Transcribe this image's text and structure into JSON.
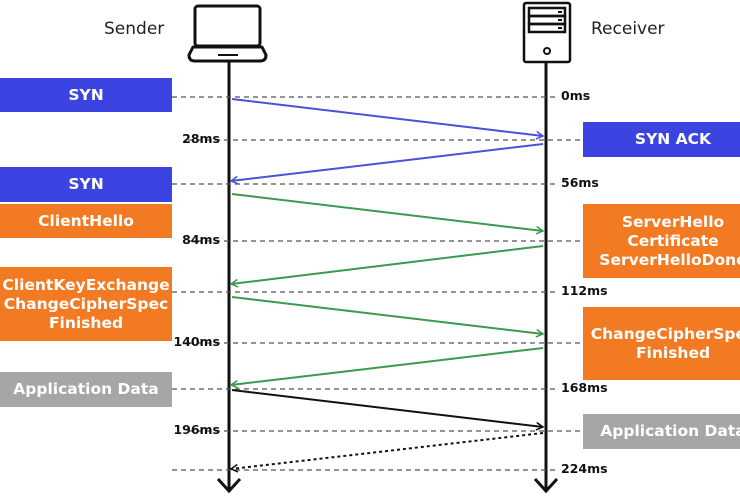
{
  "colors": {
    "syn": "#3b44e0",
    "tls": "#f27a22",
    "app": "#a6a6a6",
    "arrow_syn": "#4b50d8",
    "arrow_tls": "#3b9a4e",
    "arrow_app": "#111111",
    "lifeline": "#111111",
    "dashed": "#555555"
  },
  "endpoints": {
    "sender": {
      "label": "Sender",
      "icon": "laptop-icon"
    },
    "receiver": {
      "label": "Receiver",
      "icon": "server-icon"
    }
  },
  "timeline": [
    {
      "label": "0ms",
      "side": "right"
    },
    {
      "label": "28ms",
      "side": "left"
    },
    {
      "label": "56ms",
      "side": "right"
    },
    {
      "label": "84ms",
      "side": "left"
    },
    {
      "label": "112ms",
      "side": "right"
    },
    {
      "label": "140ms",
      "side": "left"
    },
    {
      "label": "168ms",
      "side": "right"
    },
    {
      "label": "196ms",
      "side": "left"
    },
    {
      "label": "224ms",
      "side": "right"
    }
  ],
  "sender_messages": [
    {
      "lines": [
        "SYN"
      ],
      "type": "syn"
    },
    {
      "lines": [
        "SYN"
      ],
      "type": "syn"
    },
    {
      "lines": [
        "ClientHello"
      ],
      "type": "tls"
    },
    {
      "lines": [
        "ClientKeyExchange",
        "ChangeCipherSpec",
        "Finished"
      ],
      "type": "tls"
    },
    {
      "lines": [
        "Application Data"
      ],
      "type": "app"
    }
  ],
  "receiver_messages": [
    {
      "lines": [
        "SYN ACK"
      ],
      "type": "syn"
    },
    {
      "lines": [
        "ServerHello",
        "Certificate",
        "ServerHelloDone"
      ],
      "type": "tls"
    },
    {
      "lines": [
        "ChangeCipherSpec",
        "Finished"
      ],
      "type": "tls"
    },
    {
      "lines": [
        "Application Data"
      ],
      "type": "app"
    }
  ],
  "arrows": [
    {
      "from": "sender",
      "to": "receiver",
      "type": "syn",
      "style": "solid"
    },
    {
      "from": "receiver",
      "to": "sender",
      "type": "syn",
      "style": "solid"
    },
    {
      "from": "sender",
      "to": "receiver",
      "type": "tls",
      "style": "solid"
    },
    {
      "from": "receiver",
      "to": "sender",
      "type": "tls",
      "style": "solid"
    },
    {
      "from": "sender",
      "to": "receiver",
      "type": "tls",
      "style": "solid"
    },
    {
      "from": "receiver",
      "to": "sender",
      "type": "tls",
      "style": "solid"
    },
    {
      "from": "sender",
      "to": "receiver",
      "type": "app",
      "style": "solid"
    },
    {
      "from": "receiver",
      "to": "sender",
      "type": "app",
      "style": "dotted"
    }
  ]
}
